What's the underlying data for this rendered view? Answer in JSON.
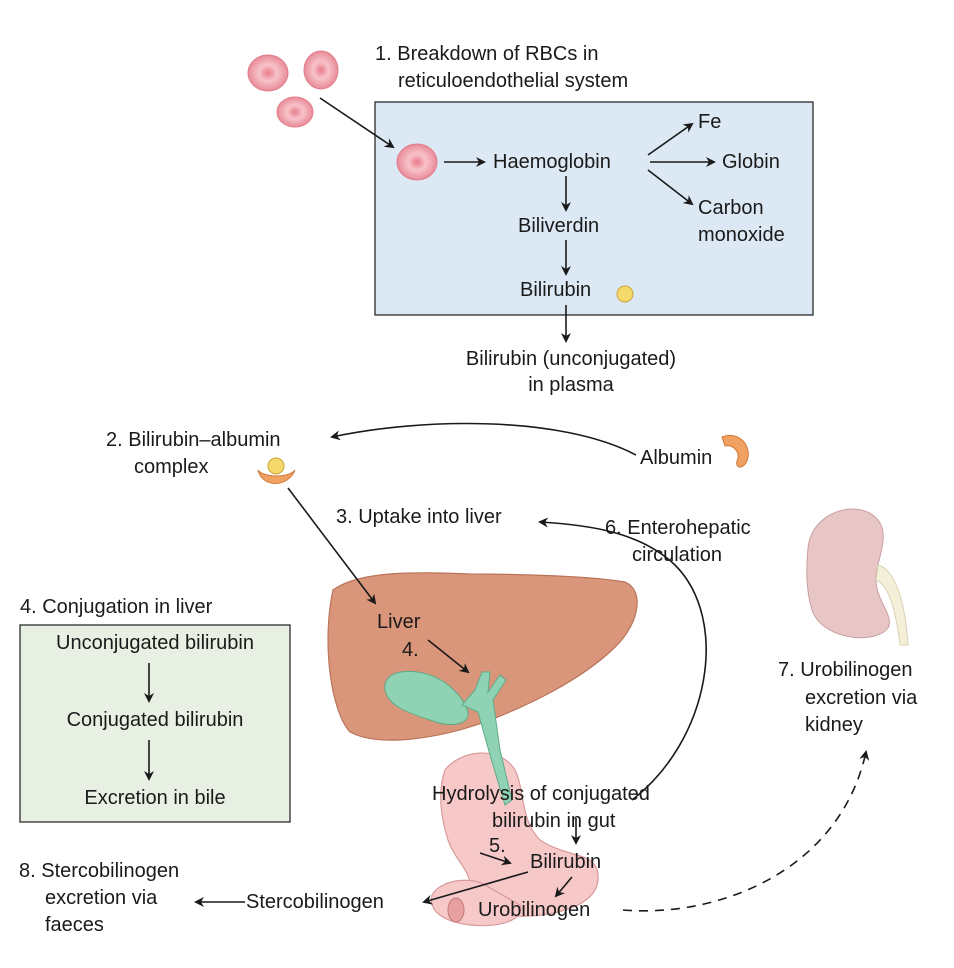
{
  "steps": {
    "s1_line1": "1. Breakdown of RBCs in",
    "s1_line2": "reticuloendothelial system",
    "s2_line1": "2. Bilirubin–albumin",
    "s2_line2": "complex",
    "s3": "3. Uptake into liver",
    "s4_title": "4. Conjugation in liver",
    "s6_line1": "6. Enterohepatic",
    "s6_line2": "circulation",
    "s7_line1": "7. Urobilinogen",
    "s7_line2": "excretion via",
    "s7_line3": "kidney",
    "s8_line1": "8. Stercobilinogen",
    "s8_line2": "excretion via",
    "s8_line3": "faeces"
  },
  "re_box": {
    "haemoglobin": "Haemoglobin",
    "fe": "Fe",
    "globin": "Globin",
    "carbon_line1": "Carbon",
    "carbon_line2": "monoxide",
    "biliverdin": "Biliverdin",
    "bilirubin": "Bilirubin"
  },
  "plasma": {
    "line1": "Bilirubin (unconjugated)",
    "line2": "in plasma"
  },
  "albumin": "Albumin",
  "conj_box": {
    "item1": "Unconjugated bilirubin",
    "item2": "Conjugated bilirubin",
    "item3": "Excretion in bile"
  },
  "liver": {
    "label": "Liver",
    "step4_mark": "4."
  },
  "gut": {
    "hydrolysis_line1": "Hydrolysis of conjugated",
    "hydrolysis_line2": "bilirubin in gut",
    "step5_mark": "5.",
    "bilirubin": "Bilirubin",
    "urobilinogen": "Urobilinogen",
    "stercobilinogen": "Stercobilinogen"
  },
  "colors": {
    "re_box_fill": "#dce9f5",
    "conj_box_fill": "#e8f0e3",
    "rbc": "#f2a3ad",
    "liver": "#d9967a",
    "gallbladder": "#8fd3b4",
    "gut": "#f6c8c8",
    "kidney": "#e8c6c6",
    "albumin": "#f0a060",
    "bilirubin_dot": "#f5d96a"
  }
}
